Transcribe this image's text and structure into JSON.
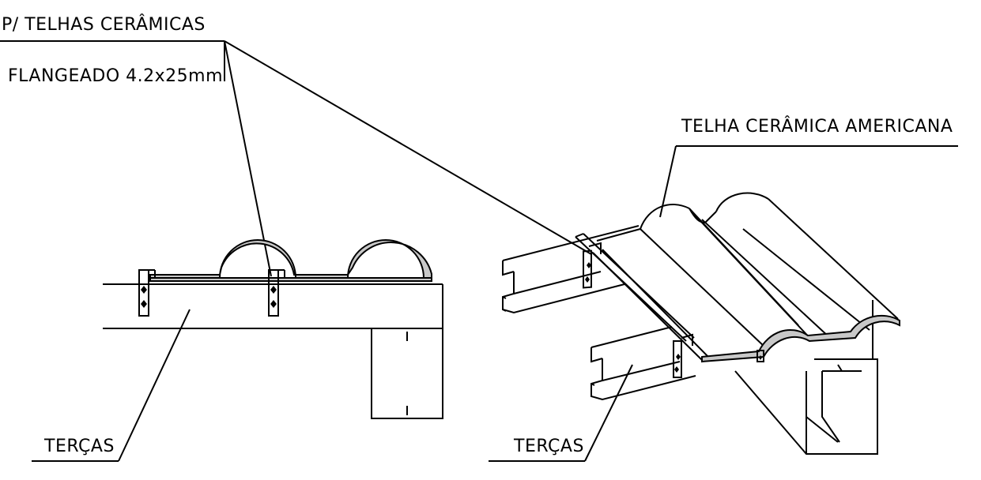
{
  "labels": {
    "clip_title": "P/ TELHAS CERÂMICAS",
    "screw": "FLANGEADO 4.2x25mm",
    "tile_type": "TELHA CERÂMICA AMERICANA",
    "purlins_left": "TERÇAS",
    "purlins_right": "TERÇAS"
  }
}
